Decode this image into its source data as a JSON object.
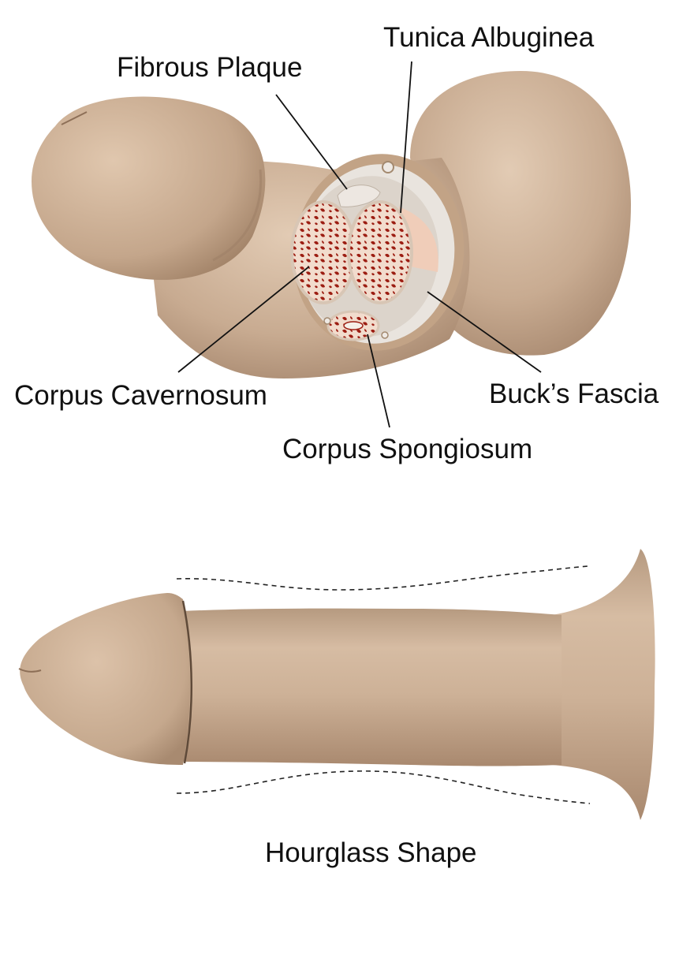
{
  "labels": {
    "fibrous_plaque": "Fibrous Plaque",
    "tunica_albuginea": "Tunica Albuginea",
    "corpus_cavernosum": "Corpus Cavernosum",
    "bucks_fascia": "Buck’s Fascia",
    "corpus_spongiosum": "Corpus Spongiosum",
    "hourglass_shape": "Hourglass Shape"
  },
  "colors": {
    "skin": "#c9ad94",
    "skin_light": "#dcc3ab",
    "skin_shadow": "#a98a71",
    "tissue_red": "#9c1d12",
    "tissue_pink": "#f0d7c8",
    "fascia": "#e9e4de",
    "outline": "#111111"
  }
}
